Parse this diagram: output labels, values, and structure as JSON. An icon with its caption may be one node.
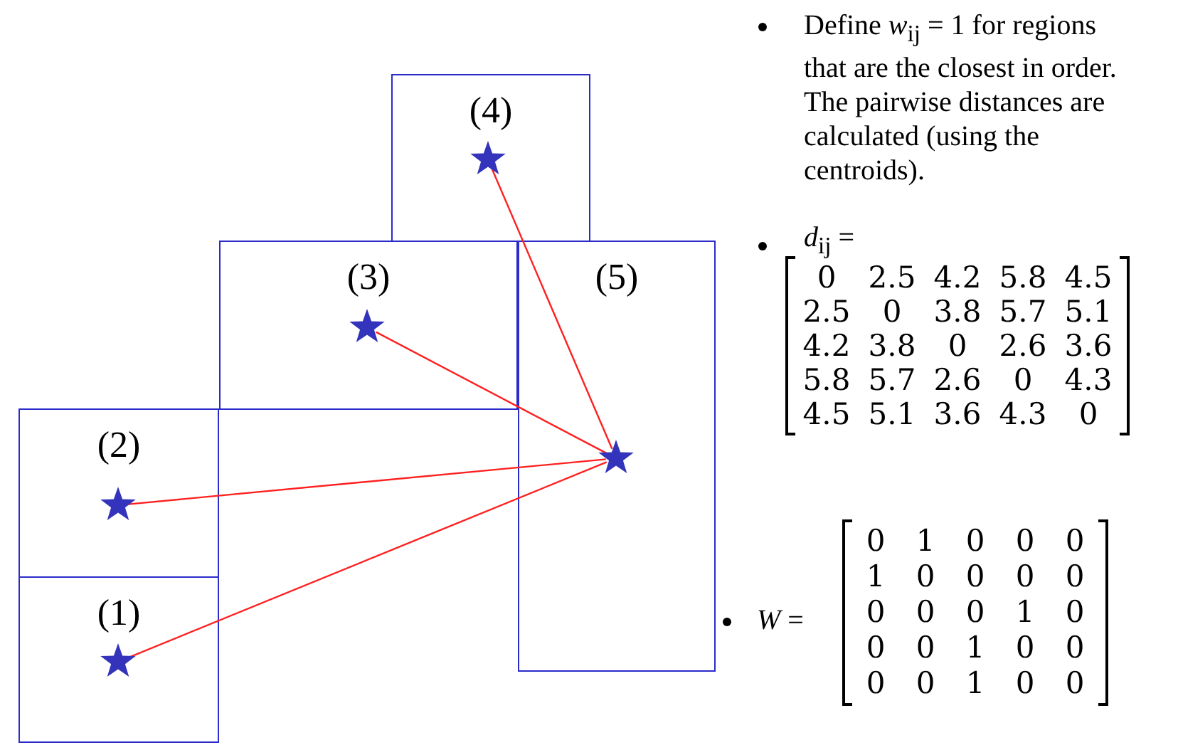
{
  "diagram": {
    "nodes": [
      {
        "text": [
          "(4)"
        ]
      },
      {
        "text": [],
        "shape": "star",
        "in": 0
      },
      {
        "text": [
          "(3)"
        ]
      },
      {
        "text": [],
        "shape": "star",
        "in": 2
      },
      {
        "text": [
          "(5)"
        ]
      },
      {
        "text": [],
        "shape": "star",
        "in": 4
      },
      {
        "text": [
          "(2)"
        ]
      },
      {
        "text": [],
        "shape": "star",
        "in": 6
      },
      {
        "text": [
          "(1)"
        ]
      },
      {
        "text": [],
        "shape": "star",
        "in": 8
      }
    ],
    "edges": [
      {
        "from": 1,
        "to": 5,
        "arrow": "none"
      },
      {
        "from": 3,
        "to": 5,
        "arrow": "none"
      },
      {
        "from": 7,
        "to": 5,
        "arrow": "none"
      },
      {
        "from": 9,
        "to": 5,
        "arrow": "none"
      }
    ],
    "labels": [
      "Define *w*$_{ij}$ = 1 for regions that are the closest in order. The pairwise distances are calculated (using the centroids).",
      "*d*$_{ij}$ =",
      "0",
      "2.5",
      "4.2",
      "5.8",
      "4.5",
      "2.5",
      "0",
      "3.8",
      "5.7",
      "5.1",
      "4.2",
      "3.8",
      "0",
      "2.6",
      "3.6",
      "5.8",
      "5.7",
      "2.6",
      "0",
      "4.3",
      "4.5",
      "5.1",
      "3.6",
      "4.3",
      "0",
      "*W* =",
      "0",
      "1",
      "0",
      "0",
      "0",
      "1",
      "0",
      "0",
      "0",
      "0",
      "0",
      "0",
      "0",
      "1",
      "0",
      "0",
      "0",
      "1",
      "0",
      "0",
      "0",
      "0",
      "1",
      "0",
      "0"
    ]
  }
}
